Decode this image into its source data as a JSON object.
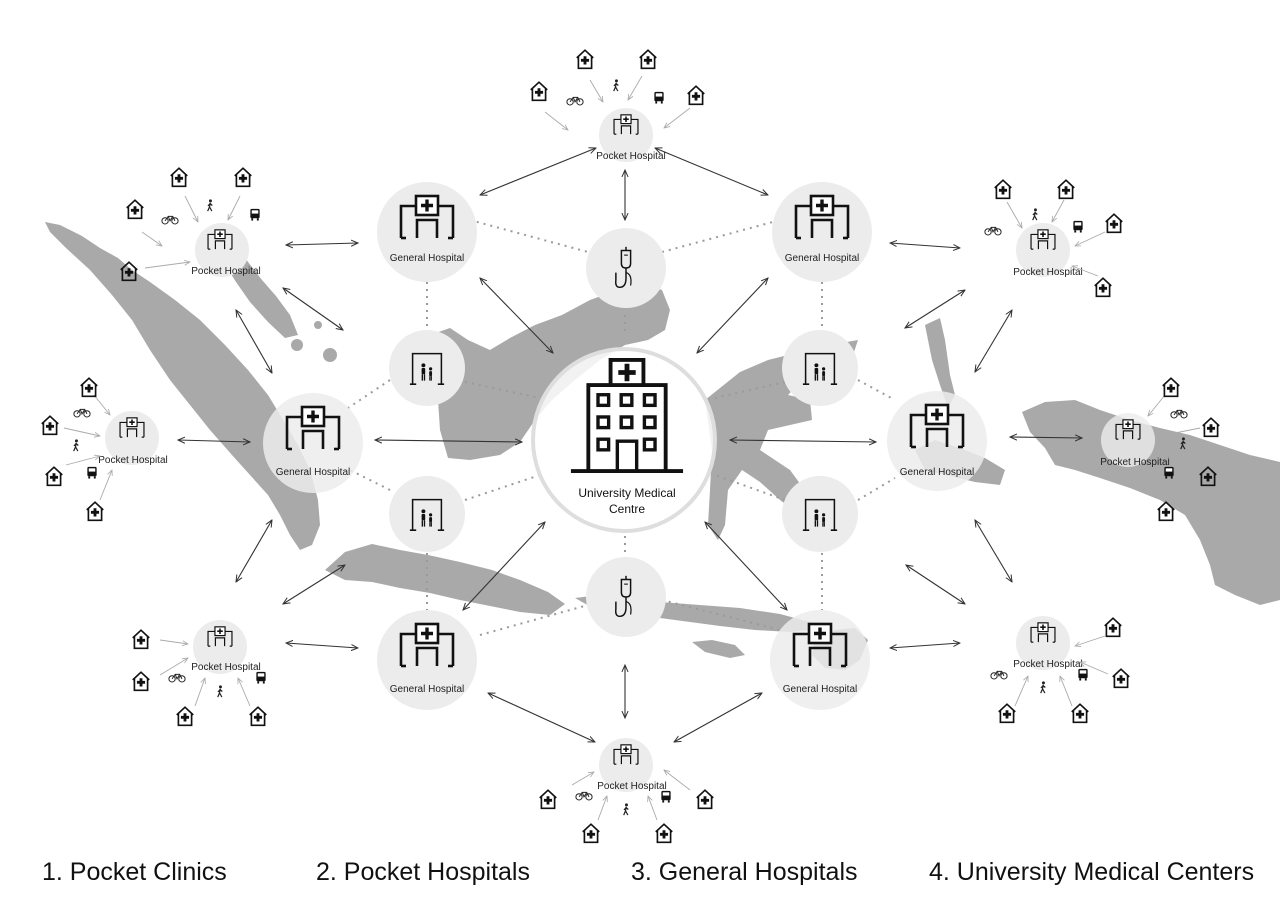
{
  "labels": {
    "pocket_hospital": "Pocket Hospital",
    "general_hospital": "General Hospital",
    "umc_line1": "University Medical",
    "umc_line2": "Centre"
  },
  "legend": [
    "1. Pocket Clinics",
    "2. Pocket Hospitals",
    "3. General Hospitals",
    "4. University Medical Centers"
  ],
  "icons": [
    "clinic-icon",
    "pocket-hospital-icon",
    "general-hospital-icon",
    "university-hospital-icon",
    "iv-drip-icon",
    "family-icon",
    "bicycle-icon",
    "pedestrian-icon",
    "bus-icon"
  ],
  "colors": {
    "landmass": "#a9a9a9",
    "node_circle": "#ececec",
    "line": "#333333",
    "dotted": "#9a9a9a"
  }
}
